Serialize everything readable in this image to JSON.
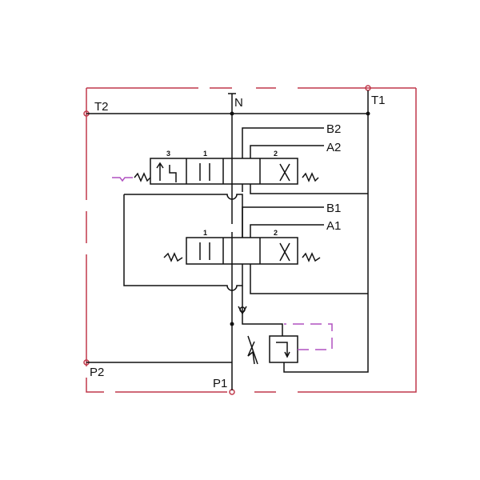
{
  "ports": {
    "t2": "T2",
    "n": "N",
    "t1": "T1",
    "b2": "B2",
    "a2": "A2",
    "b1": "B1",
    "a1": "A1",
    "p2": "P2",
    "p1": "P1"
  },
  "valve_top": {
    "positions": [
      "3",
      "1",
      "2"
    ]
  },
  "valve_bottom": {
    "positions": [
      "1",
      "2"
    ]
  },
  "colors": {
    "line": "#111111",
    "boundary": "#c0394b",
    "pilot": "#b050c0"
  }
}
